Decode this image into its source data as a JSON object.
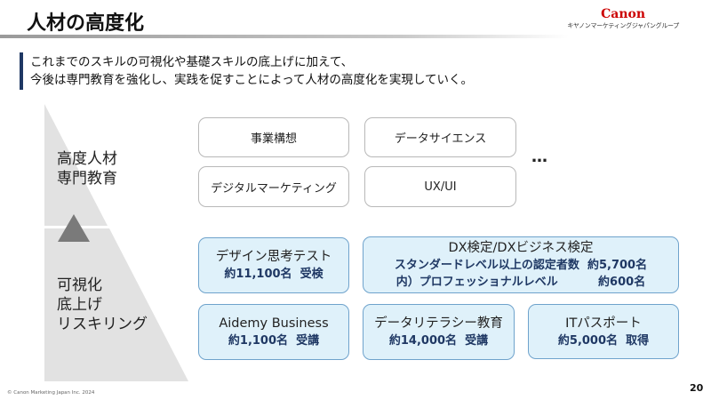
{
  "header": {
    "title": "人材の高度化",
    "logo_brand": "Canon",
    "logo_group": "キヤノンマーケティングジャパングループ"
  },
  "lead": {
    "line1": "これまでのスキルの可視化や基礎スキルの底上げに加えて、",
    "line2": "今後は専門教育を強化し、実践を促すことによって人材の高度化を実現していく。"
  },
  "pyramid": {
    "upper": [
      "高度人材",
      "専門教育"
    ],
    "lower": [
      "可視化",
      "底上げ",
      "リスキリング"
    ]
  },
  "advanced": [
    "事業構想",
    "データサイエンス",
    "デジタルマーケティング",
    "UX/UI"
  ],
  "more": "…",
  "results": [
    {
      "title": "デザイン思考テスト",
      "detail": "約11,100名  受検"
    },
    {
      "title": "DX検定/DXビジネス検定",
      "detail": "スタンダードレベル以上の認定者数  約5,700名",
      "detail2": "内）プロフェッショナルレベル          約600名"
    },
    {
      "title": "Aidemy Business",
      "detail": "約1,100名  受講"
    },
    {
      "title": "データリテラシー教育",
      "detail": "約14,000名  受講"
    },
    {
      "title": "ITパスポート",
      "detail": "約5,000名  取得"
    }
  ],
  "footer": {
    "copyright": "© Canon Marketing Japan Inc. 2024",
    "page": "20"
  },
  "colors": {
    "accent": "#1f3864",
    "box_fill": "#dff1fa",
    "box_border": "#6fa3cc",
    "pyramid": "#e2e2e2",
    "logo": "#cc0000"
  }
}
